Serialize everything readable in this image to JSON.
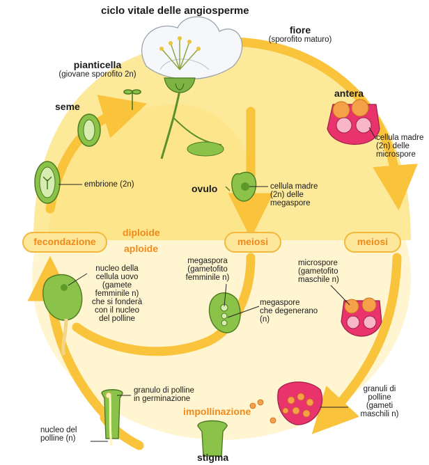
{
  "title": "ciclo vitale delle angiosperme",
  "flower": {
    "label": "fiore",
    "sub": "(sporofito maturo)"
  },
  "seedling": {
    "label": "pianticella",
    "sub": "(giovane sporofito 2n)"
  },
  "seed": {
    "label": "seme"
  },
  "embryo": {
    "label": "embrione (2n)"
  },
  "anther": {
    "label": "antera",
    "desc": [
      "cellula madre",
      "(2n) delle",
      "microspore"
    ]
  },
  "ovule": {
    "label": "ovulo",
    "desc": [
      "cellula madre",
      "(2n) delle",
      "megaspore"
    ]
  },
  "phases": {
    "diploid": "diploide",
    "haploid": "aploide"
  },
  "pills": {
    "fertilization": "fecondazione",
    "meiosis_left": "meiosi",
    "meiosis_right": "meiosi"
  },
  "egg": {
    "desc": [
      "nucleo della",
      "cellula uovo",
      "(gamete",
      "femminile n)",
      "che si fonderà",
      "con il nucleo",
      "del polline"
    ]
  },
  "megaspore": {
    "desc": [
      "megaspora",
      "(gametofito",
      "femminile n)"
    ]
  },
  "degenerating": {
    "desc": [
      "megaspore",
      "che degenerano",
      "(n)"
    ]
  },
  "microspore": {
    "desc": [
      "microspore",
      "(gametofito",
      "maschile n)"
    ]
  },
  "germinating": {
    "desc": [
      "granulo di polline",
      "in germinazione"
    ]
  },
  "pollination": {
    "label": "impollinazione"
  },
  "pollen_grains": {
    "desc": [
      "granuli di",
      "polline",
      "(gameti",
      "maschili n)"
    ]
  },
  "pollen_nucleus": {
    "desc": [
      "nucleo del",
      "polline (n)"
    ]
  },
  "stigma": {
    "label": "stigma"
  },
  "colors": {
    "diploid_fill": "#fde99a",
    "haploid_fill": "#fff5d0",
    "arrow": "#f9c33c",
    "accent": "#f08a1c",
    "plant_green": "#7cb342",
    "anther_pink": "#e8336d"
  }
}
